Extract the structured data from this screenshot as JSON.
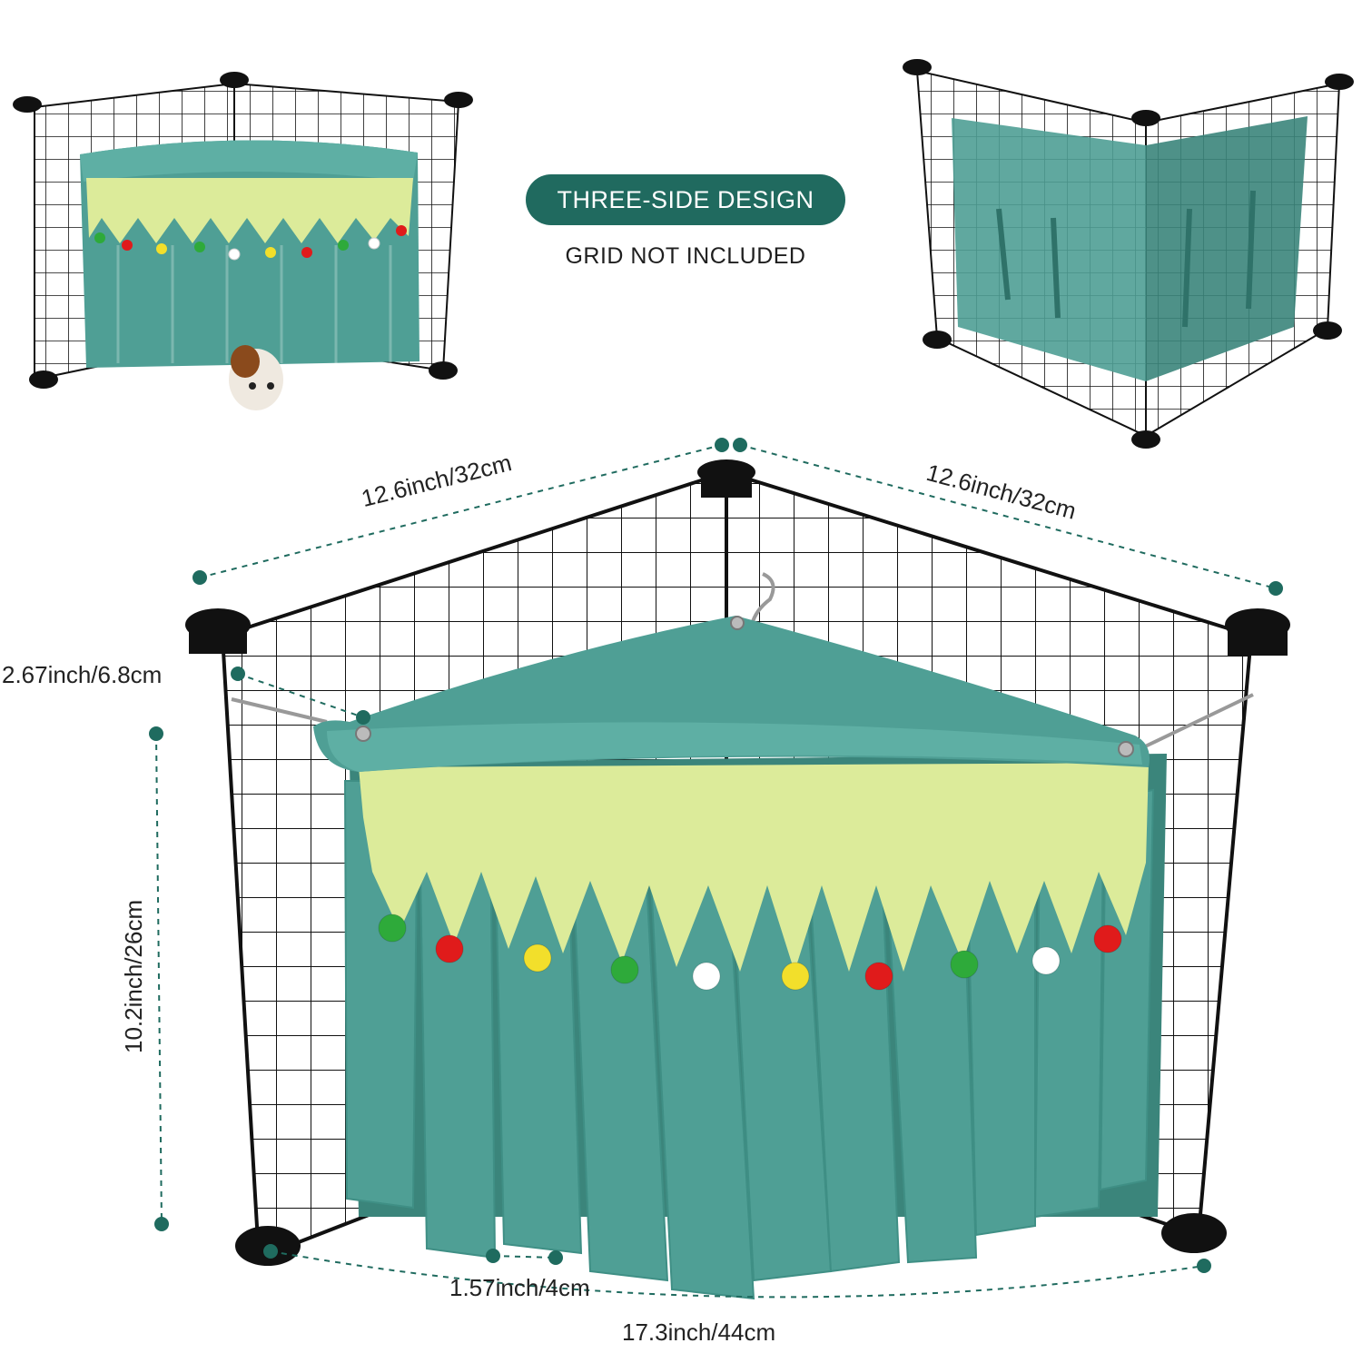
{
  "header": {
    "badge_label": "THREE-SIDE DESIGN",
    "note": "GRID NOT INCLUDED"
  },
  "dimensions": {
    "side_left": "12.6inch/32cm",
    "side_right": "12.6inch/32cm",
    "depth": "2.67inch/6.8cm",
    "height": "10.2inch/26cm",
    "strip_width": "1.57inch/4cm",
    "front_width": "17.3inch/44cm"
  },
  "colors": {
    "badge": "#206a5f",
    "fabric": "#4f9f95",
    "fabric_dark": "#3b857b",
    "lining": "#dceb9a",
    "grid": "#111111",
    "dimension_line": "#1f6b5f"
  },
  "pompom_colors": [
    "#2eaa3a",
    "#e01b1b",
    "#f2df2b",
    "#2eaa3a",
    "#ffffff",
    "#f2df2b",
    "#e01b1b",
    "#2eaa3a",
    "#ffffff",
    "#e01b1b"
  ]
}
